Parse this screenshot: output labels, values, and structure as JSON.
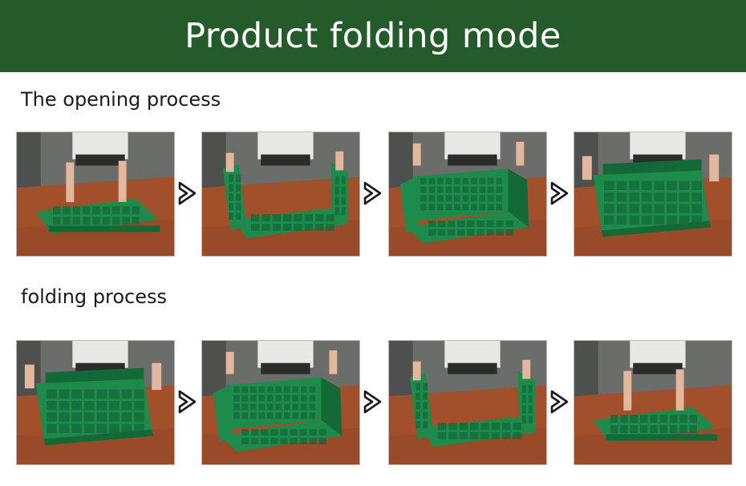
{
  "banner": {
    "title": "Product folding mode",
    "background": "#255a2b"
  },
  "sections": [
    {
      "label": "The opening process",
      "steps": [
        {
          "alt": "crate folded flat on table",
          "state": "flat"
        },
        {
          "alt": "raising the side walls",
          "state": "sides-up"
        },
        {
          "alt": "raising the end walls",
          "state": "half-open"
        },
        {
          "alt": "crate fully opened",
          "state": "open"
        }
      ]
    },
    {
      "label": "folding process",
      "steps": [
        {
          "alt": "crate fully opened",
          "state": "open"
        },
        {
          "alt": "lowering the end walls",
          "state": "half-open"
        },
        {
          "alt": "folding the side walls",
          "state": "sides-up"
        },
        {
          "alt": "crate folding flat",
          "state": "flat"
        }
      ]
    }
  ],
  "colors": {
    "crate_green": "#1e8a4c",
    "crate_dark": "#136a37",
    "table": "#a2502c"
  },
  "icons": {
    "step_arrow": "arrow-right-icon"
  }
}
